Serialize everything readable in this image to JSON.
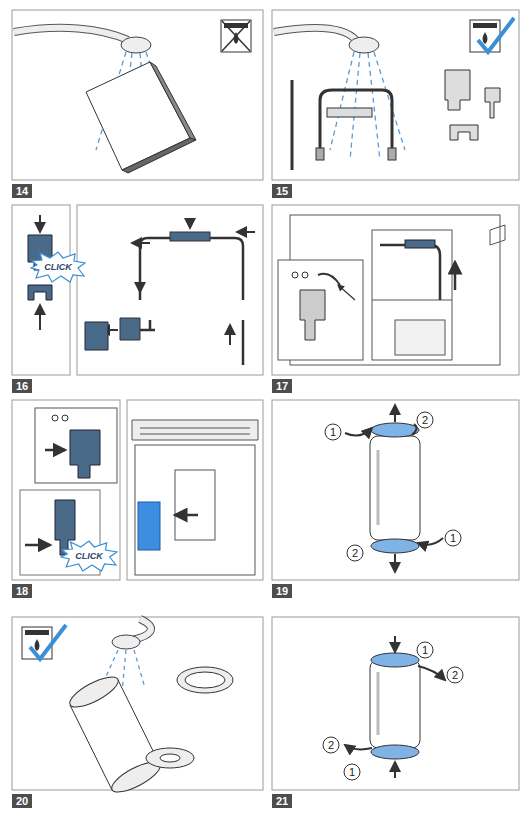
{
  "diagram": {
    "nodes": [
      {
        "text": [
          "14"
        ]
      },
      {
        "text": [
          "15"
        ]
      },
      {
        "text": [
          "16"
        ]
      },
      {
        "text": [
          "CLICK"
        ],
        "in": 2
      },
      {
        "text": [
          "17"
        ]
      },
      {
        "text": [
          "18"
        ]
      },
      {
        "text": [
          "CLICK"
        ],
        "in": 5
      },
      {
        "text": [
          "19"
        ]
      },
      {
        "text": [
          "1"
        ],
        "in": 7
      },
      {
        "text": [
          "2"
        ],
        "in": 7
      },
      {
        "text": [
          "1"
        ],
        "in": 7
      },
      {
        "text": [
          "2"
        ],
        "in": 7
      },
      {
        "text": [
          "20"
        ]
      },
      {
        "text": [
          "21"
        ]
      },
      {
        "text": [
          "1"
        ],
        "in": 13
      },
      {
        "text": [
          "2"
        ],
        "in": 13
      },
      {
        "text": [
          "2"
        ],
        "in": 13
      },
      {
        "text": [
          "1"
        ],
        "in": 13
      }
    ]
  }
}
